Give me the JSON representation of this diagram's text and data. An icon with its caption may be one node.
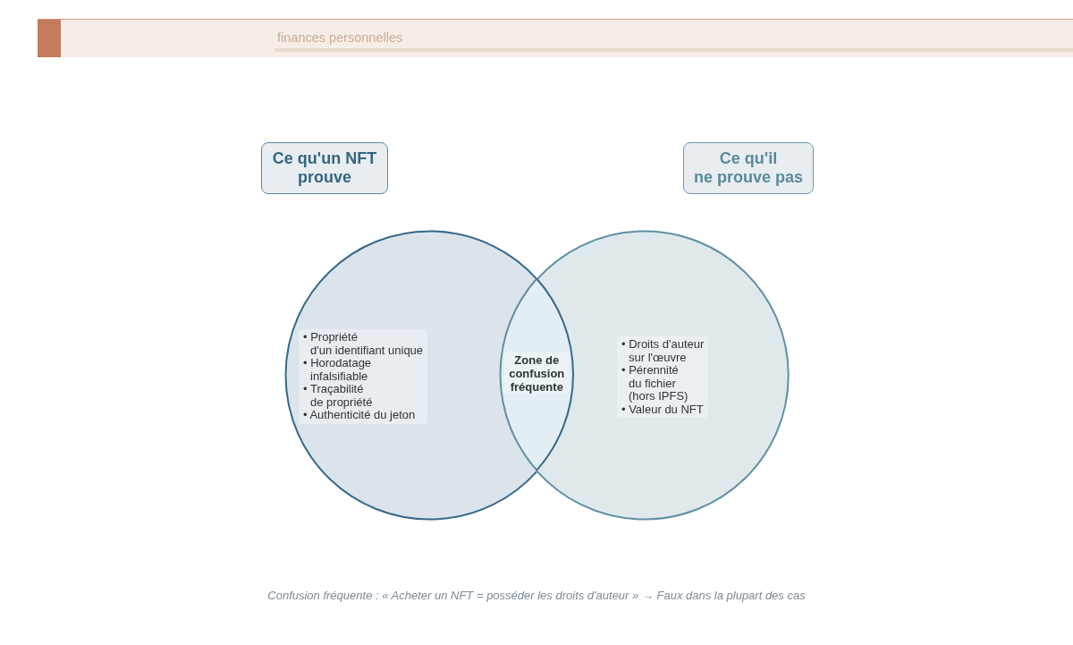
{
  "diagram": {
    "caption": "Confusion fréquente : « Acheter un NFT = posséder les droits d'auteur » → Faux dans la plupart des cas",
    "nodes": [
      {
        "text": [
          "Ce qu'un NFT prouve"
        ]
      },
      {
        "text": [
          "Ce qu'il ne prouve pas"
        ]
      },
      {
        "text": [
          "• Propriété d'un identifiant unique",
          "• Horodatage infalsifiable",
          "• Traçabilité de propriété",
          "• Authenticité du jeton"
        ]
      },
      {
        "text": [
          "Zone de confusion fréquente"
        ]
      },
      {
        "text": [
          "• Droits d'auteur sur l'œuvre",
          "• Pérennité du fichier (hors IPFS)",
          "• Valeur du NFT"
        ]
      }
    ],
    "labels": [
      "finances personnelles"
    ]
  }
}
